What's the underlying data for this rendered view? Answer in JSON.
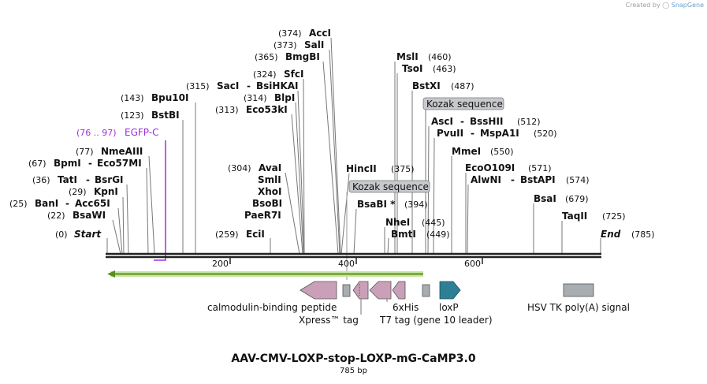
{
  "credit": {
    "prefix": "Created by",
    "brand": "SnapGene"
  },
  "title": "AAV-CMV-LOXP-stop-LOXP-mG-CaMP3.0",
  "subtitle": "785 bp",
  "scale_ticks": [
    "200",
    "400",
    "600"
  ],
  "sites": [
    {
      "id": "accI",
      "pos": "(374)",
      "name": "AccI"
    },
    {
      "id": "salI",
      "pos": "(373)",
      "name": "SalI"
    },
    {
      "id": "bmgBI",
      "pos": "(365)",
      "name": "BmgBI"
    },
    {
      "id": "sfcI",
      "pos": "(324)",
      "name": "SfcI"
    },
    {
      "id": "sacI",
      "pos": "(315)",
      "name": "SacI",
      "name2": "BsiHKAI"
    },
    {
      "id": "blpI",
      "pos": "(314)",
      "name": "BlpI"
    },
    {
      "id": "bpu10I",
      "pos": "(143)",
      "name": "Bpu10I"
    },
    {
      "id": "eco53kI",
      "pos": "(313)",
      "name": "Eco53kI"
    },
    {
      "id": "bstBI",
      "pos": "(123)",
      "name": "BstBI"
    },
    {
      "id": "nmeAIII",
      "pos": "(77)",
      "name": "NmeAIII"
    },
    {
      "id": "bpmI",
      "pos": "(67)",
      "name": "BpmI",
      "name2": "Eco57MI"
    },
    {
      "id": "tatI",
      "pos": "(36)",
      "name": "TatI",
      "name2": "BsrGI"
    },
    {
      "id": "kpnI",
      "pos": "(29)",
      "name": "KpnI"
    },
    {
      "id": "banI",
      "pos": "(25)",
      "name": "BanI",
      "name2": "Acc65I"
    },
    {
      "id": "bsaWI",
      "pos": "(22)",
      "name": "BsaWI"
    },
    {
      "id": "start",
      "pos": "(0)",
      "name": "Start"
    },
    {
      "id": "avaI",
      "pos": "(304)",
      "name": "AvaI"
    },
    {
      "id": "smlI",
      "name": "SmlI"
    },
    {
      "id": "xhoI",
      "name": "XhoI"
    },
    {
      "id": "bsoBI",
      "name": "BsoBI"
    },
    {
      "id": "paeR7I",
      "name": "PaeR7I"
    },
    {
      "id": "eciI",
      "pos": "(259)",
      "name": "EciI"
    },
    {
      "id": "hincII",
      "pos": "(375)",
      "name": "HincII"
    },
    {
      "id": "bsaBI",
      "pos": "(394)",
      "name": "BsaBI *"
    },
    {
      "id": "nheI",
      "pos": "(445)",
      "name": "NheI"
    },
    {
      "id": "bmtI",
      "pos": "(449)",
      "name": "BmtI"
    },
    {
      "id": "mslI",
      "pos": "(460)",
      "name": "MslI"
    },
    {
      "id": "tsoI",
      "pos": "(463)",
      "name": "TsoI"
    },
    {
      "id": "bstXI",
      "pos": "(487)",
      "name": "BstXI"
    },
    {
      "id": "ascI",
      "pos": "(512)",
      "name": "AscI",
      "name2": "BssHII"
    },
    {
      "id": "pvuII",
      "pos": "(520)",
      "name": "PvuII",
      "name2": "MspA1I"
    },
    {
      "id": "mmeI",
      "pos": "(550)",
      "name": "MmeI"
    },
    {
      "id": "ecoO109I",
      "pos": "(571)",
      "name": "EcoO109I"
    },
    {
      "id": "alwNI",
      "pos": "(574)",
      "name": "AlwNI",
      "name2": "BstAPI"
    },
    {
      "id": "bsaI",
      "pos": "(679)",
      "name": "BsaI"
    },
    {
      "id": "taqII",
      "pos": "(725)",
      "name": "TaqII"
    },
    {
      "id": "end",
      "pos": "(785)",
      "name": "End"
    }
  ],
  "feature_egfp": {
    "range": "(76 .. 97)",
    "name": "EGFP-C"
  },
  "bubbles": {
    "kozak1": "Kozak sequence",
    "kozak2": "Kozak sequence"
  },
  "features": {
    "calmodulin": "calmodulin-binding peptide",
    "xpress": "Xpress™ tag",
    "t7": "T7 tag (gene 10 leader)",
    "his": "6xHis",
    "loxp": "loxP",
    "hsv": "HSV TK poly(A) signal"
  },
  "colors": {
    "egfp": "#9b30d9",
    "orf": "#8bc34a",
    "tag": "#c9a0b8",
    "loxp": "#2e7f95",
    "polyA": "#a8adb2",
    "bubble": "#c7c9cc"
  }
}
